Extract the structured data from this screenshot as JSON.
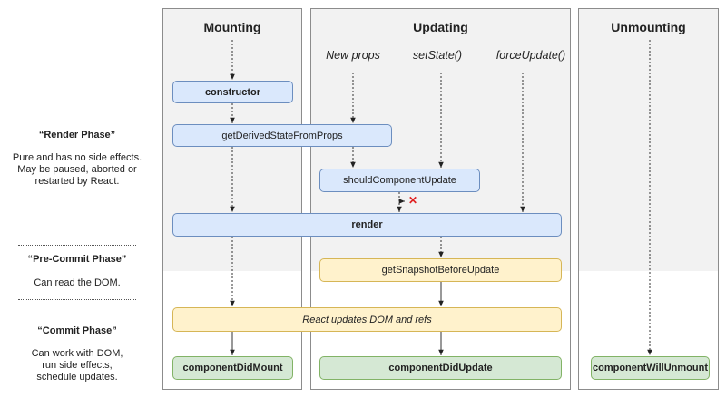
{
  "columns": {
    "mounting": "Mounting",
    "updating": "Updating",
    "unmounting": "Unmounting"
  },
  "triggers": {
    "new_props": "New props",
    "set_state": "setState()",
    "force_update": "forceUpdate()"
  },
  "methods": {
    "constructor": "constructor",
    "get_derived_state": "getDerivedStateFromProps",
    "should_update": "shouldComponentUpdate",
    "render": "render",
    "get_snapshot": "getSnapshotBeforeUpdate",
    "react_updates": "React updates DOM and refs",
    "did_mount": "componentDidMount",
    "did_update": "componentDidUpdate",
    "will_unmount": "componentWillUnmount"
  },
  "phases": {
    "render": {
      "title": "“Render Phase”",
      "desc": [
        "Pure and has no side effects.",
        "May be paused, aborted or",
        "restarted by React."
      ]
    },
    "pre_commit": {
      "title": "“Pre-Commit Phase”",
      "desc": [
        "Can read the DOM."
      ]
    },
    "commit": {
      "title": "“Commit Phase”",
      "desc": [
        "Can work with DOM,",
        "run side effects,",
        "schedule updates."
      ]
    }
  },
  "abort_mark": "✕",
  "colors": {
    "render_fill": "#dae8fc",
    "precommit_fill": "#fff2cc",
    "commit_fill": "#d5e8d4",
    "column_shade": "#f2f2f2",
    "abort": "#e02020"
  }
}
